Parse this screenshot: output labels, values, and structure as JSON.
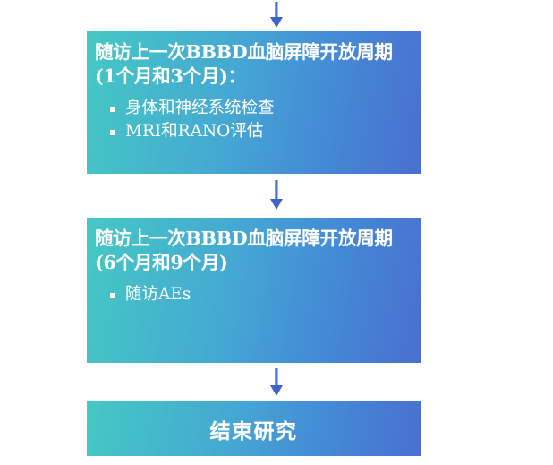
{
  "diagram": {
    "type": "flowchart",
    "orientation": "vertical",
    "accent_teal": "#46c8c4",
    "accent_blue": "#4a6fd0",
    "text_color": "#ffffff",
    "arrow_color": "#4a72cf",
    "background": "#ffffff"
  },
  "arrows": {
    "top": "down-arrow",
    "between_1_2": "down-arrow",
    "between_2_3": "down-arrow"
  },
  "boxes": [
    {
      "id": "followup-1-3-months",
      "title_line_1": "随访上一次BBBD血脑屏障开放周期",
      "title_line_2": "(1个月和3个月)：",
      "bullets": [
        "身体和神经系统检查",
        "MRI和RANO评估"
      ]
    },
    {
      "id": "followup-6-9-months",
      "title_line_1": "随访上一次BBBD血脑屏障开放周期",
      "title_line_2": "(6个月和9个月)",
      "bullets": [
        "随访AEs"
      ]
    },
    {
      "id": "end-of-study",
      "label": "结束研究"
    }
  ]
}
